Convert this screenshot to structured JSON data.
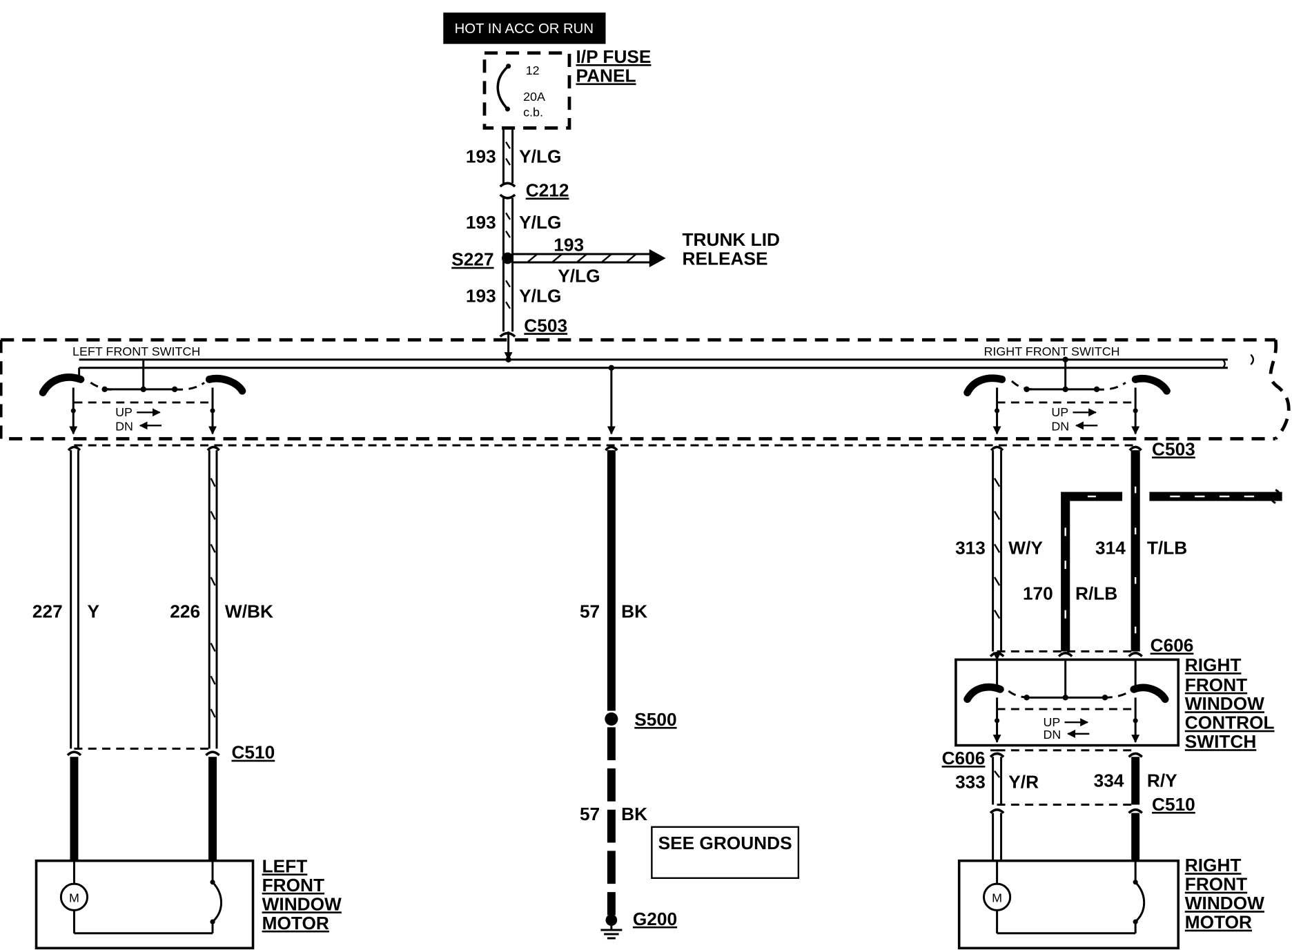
{
  "power_source": {
    "label": "HOT IN ACC OR RUN"
  },
  "fuse_panel": {
    "title_line1": "I/P FUSE",
    "title_line2": "PANEL",
    "fuse_number": "12",
    "rating": "20A",
    "type": "c.b."
  },
  "feed_wire": {
    "segments": [
      {
        "circuit": "193",
        "color": "Y/LG"
      },
      {
        "circuit": "193",
        "color": "Y/LG"
      },
      {
        "circuit": "193",
        "color": "Y/LG"
      }
    ],
    "connector_c212": "C212",
    "splice_s227": "S227",
    "connector_c503_top": "C503"
  },
  "trunk_branch": {
    "circuit": "193",
    "color": "Y/LG",
    "dest_line1": "TRUNK LID",
    "dest_line2": "RELEASE"
  },
  "driver_switch": {
    "left_label": "LEFT FRONT SWITCH",
    "right_label": "RIGHT FRONT SWITCH",
    "up": "UP",
    "dn": "DN"
  },
  "connector_c503_right": "C503",
  "left_wires": [
    {
      "circuit": "227",
      "color": "Y"
    },
    {
      "circuit": "226",
      "color": "W/BK"
    }
  ],
  "connector_c510_left": "C510",
  "left_motor": {
    "line1": "LEFT",
    "line2": "FRONT",
    "line3": "WINDOW",
    "line4": "MOTOR",
    "motor_symbol": "M"
  },
  "ground_wire": {
    "upper": {
      "circuit": "57",
      "color": "BK"
    },
    "splice": "S500",
    "lower": {
      "circuit": "57",
      "color": "BK"
    },
    "ground": "G200",
    "note": "SEE GROUNDS"
  },
  "right_wires": [
    {
      "circuit": "313",
      "color": "W/Y"
    },
    {
      "circuit": "170",
      "color": "R/LB"
    },
    {
      "circuit": "314",
      "color": "T/LB"
    }
  ],
  "connector_c606_top": "C606",
  "right_switch": {
    "line1": "RIGHT",
    "line2": "FRONT",
    "line3": "WINDOW",
    "line4": "CONTROL",
    "line5": "SWITCH",
    "up": "UP",
    "dn": "DN"
  },
  "connector_c606_bottom": "C606",
  "right_lower_wires": [
    {
      "circuit": "333",
      "color": "Y/R"
    },
    {
      "circuit": "334",
      "color": "R/Y"
    }
  ],
  "connector_c510_right": "C510",
  "right_motor": {
    "line1": "RIGHT",
    "line2": "FRONT",
    "line3": "WINDOW",
    "line4": "MOTOR",
    "motor_symbol": "M"
  }
}
